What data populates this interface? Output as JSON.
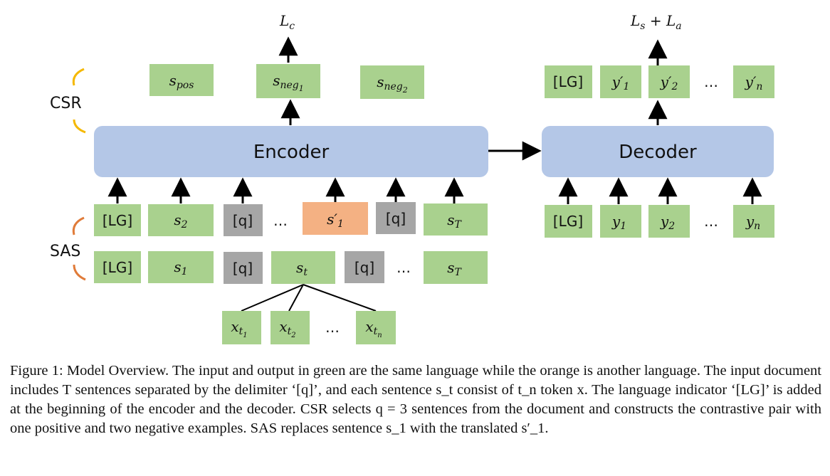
{
  "diagram": {
    "side_labels": {
      "csr": "CSR",
      "sas": "SAS"
    },
    "encoder": "Encoder",
    "decoder": "Decoder",
    "encoder_loss": "L_c",
    "decoder_loss": "L_s + L_a",
    "csr_candidates": [
      "s_pos",
      "s_neg1",
      "s_neg2"
    ],
    "sas_augmented_row": [
      "[LG]",
      "s_2",
      "[q]",
      "…",
      "s'_1",
      "[q]",
      "s_T"
    ],
    "sas_original_row": [
      "[LG]",
      "s_1",
      "[q]",
      "s_t",
      "[q]",
      "…",
      "s_T"
    ],
    "token_row": [
      "x_t1",
      "x_t2",
      "…",
      "x_tn"
    ],
    "decoder_outputs": [
      "[LG]",
      "y'_1",
      "y'_2",
      "…",
      "y'_n"
    ],
    "decoder_inputs": [
      "[LG]",
      "y_1",
      "y_2",
      "…",
      "y_n"
    ],
    "colors": {
      "green": "#a9d18e",
      "orange": "#f4b183",
      "gray": "#a6a6a6",
      "block": "#b4c7e7",
      "brace_csr": "#f5b800",
      "brace_sas": "#e07b39"
    }
  },
  "caption": {
    "label": "Figure 1:",
    "text": "Model Overview. The input and output in green are the same language while the orange is another language. The input document includes T sentences separated by the delimiter ‘[q]’, and each sentence s_t consist of t_n token x. The language indicator ‘[LG]’ is added at the beginning of the encoder and the decoder. CSR selects q = 3 sentences from the document and constructs the contrastive pair with one positive and two negative examples. SAS replaces sentence s_1 with the translated s′_1."
  }
}
